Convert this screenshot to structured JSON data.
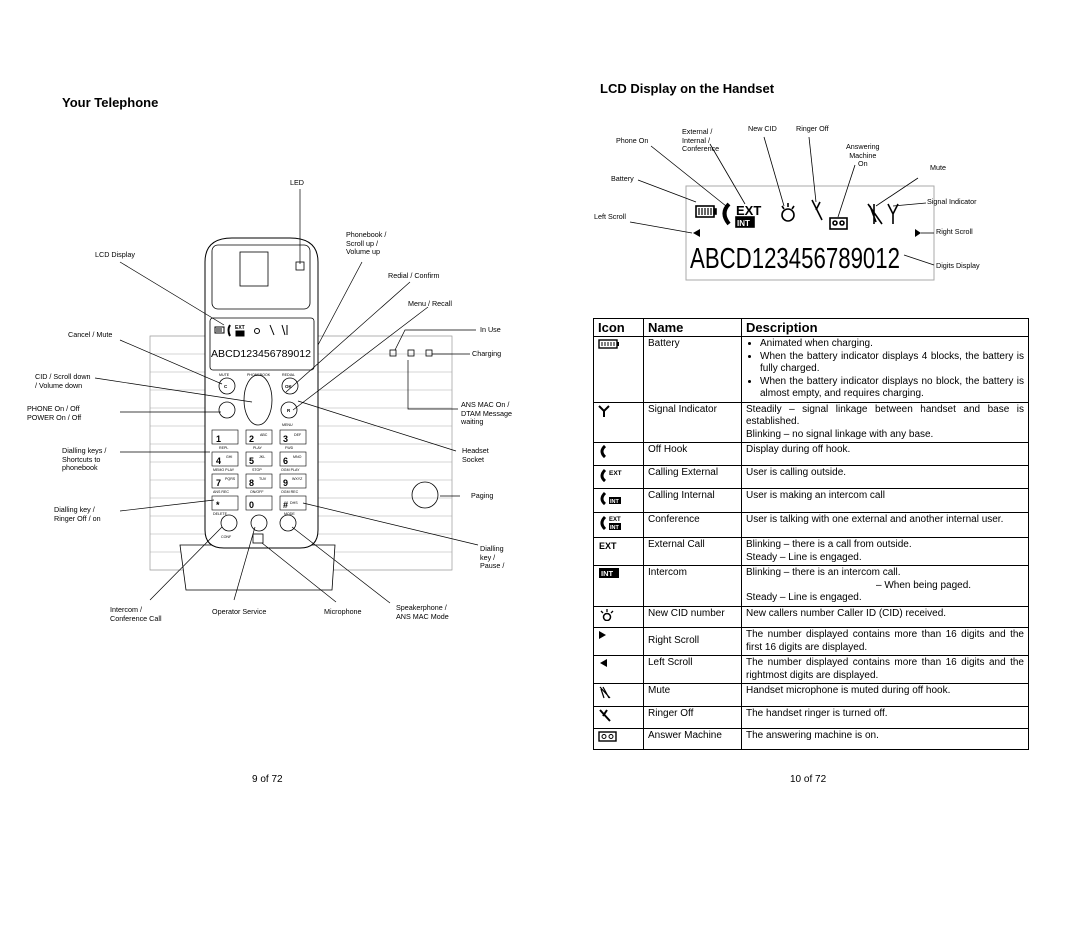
{
  "left_page": {
    "title": "Your Telephone",
    "labels": {
      "led": "LED",
      "lcd_display": "LCD Display",
      "phonebook": "Phonebook /\nScroll up /\nVolume up",
      "redial": "Redial / Confirm",
      "menu": "Menu / Recall",
      "in_use": "In Use",
      "charging": "Charging",
      "cancel_mute": "Cancel / Mute",
      "cid_scroll": "CID / Scroll down\n/ Volume down",
      "phone_power": "PHONE On / Off\nPOWER On / Off",
      "ans_mac": "ANS MAC On /\nDTAM Message\nwaiting",
      "dialling_keys": "Dialling keys /\nShortcuts to\nphonebook",
      "headset": "Headset\nSocket",
      "paging": "Paging",
      "dialling_key": "Dialling key /\nRinger Off / on",
      "dialling_pause": "Dialling\nkey /\nPause /",
      "intercom": "Intercom /\nConference Call",
      "operator": "Operator Service",
      "microphone": "Microphone",
      "speakerphone": "Speakerphone /\nANS MAC Mode"
    },
    "screen": {
      "ext": "EXT",
      "int": "INT",
      "digits": "ABCD123456789012"
    },
    "keypad": {
      "top_labels": [
        "MUTE",
        "PHONEBOOK",
        "REDIAL"
      ],
      "mid_labels": [
        "OK",
        "R",
        "MENU"
      ],
      "keys": [
        "1",
        "2",
        "3",
        "4",
        "5",
        "6",
        "7",
        "8",
        "9",
        "*",
        "0",
        "#"
      ],
      "key_sub": [
        "",
        "ABC",
        "DEF",
        "GHI",
        "JKL",
        "MNO",
        "PQRS",
        "TUV",
        "WXYZ",
        "",
        "",
        "DHS"
      ],
      "row_labels": [
        "REPL",
        "PLAY",
        "FWD",
        "MEMO PLAY",
        "STOP",
        "OGM PLAY",
        "ANS REC",
        "ON/OFF",
        "OGM REC",
        "DELETE",
        "",
        "MODE"
      ],
      "bottom_labels": [
        "CONF",
        "",
        ""
      ]
    },
    "page_number": "9 of 72"
  },
  "right_page": {
    "title": "LCD Display on the Handset",
    "labels": {
      "external": "External /\nInternal /\nConference",
      "new_cid": "New CID",
      "ringer_off": "Ringer Off",
      "phone_on": "Phone On",
      "answering": "Answering\nMachine\nOn",
      "mute": "Mute",
      "battery": "Battery",
      "signal": "Signal Indicator",
      "left_scroll": "Left Scroll",
      "right_scroll": "Right Scroll",
      "digits_display": "Digits Display"
    },
    "lcd": {
      "ext": "EXT",
      "int": "INT",
      "digits": "ABCD123456789012"
    },
    "table": {
      "headers": [
        "Icon",
        "Name",
        "Description"
      ],
      "rows": [
        {
          "icon": "battery-icon",
          "name": "Battery",
          "bullets": [
            "Animated when charging.",
            "When the battery indicator displays 4 blocks, the battery is fully charged.",
            "When the battery indicator displays no block, the battery is almost empty, and requires charging."
          ]
        },
        {
          "icon": "signal-icon",
          "name": "Signal Indicator",
          "lines": [
            "Steadily – signal linkage between handset and base is established.",
            "Blinking – no signal linkage with any base."
          ]
        },
        {
          "icon": "off-hook-icon",
          "name": "Off Hook",
          "lines": [
            "Display during off hook."
          ]
        },
        {
          "icon": "calling-external-icon",
          "name": "Calling External",
          "lines": [
            "User is calling outside."
          ]
        },
        {
          "icon": "calling-internal-icon",
          "name": "Calling Internal",
          "lines": [
            "User is making an intercom call"
          ]
        },
        {
          "icon": "conference-icon",
          "name": "Conference",
          "lines": [
            "User is talking with one external and another internal user."
          ]
        },
        {
          "icon": "external-call-icon",
          "name": "External Call",
          "lines": [
            "Blinking – there is a call from outside.",
            "Steady – Line is engaged."
          ]
        },
        {
          "icon": "intercom-icon",
          "name": "Intercom",
          "lines": [
            "Blinking – there is an intercom call.",
            "– When being paged.",
            "Steady – Line is engaged."
          ]
        },
        {
          "icon": "new-cid-icon",
          "name": "New CID number",
          "lines": [
            "New callers number Caller ID (CID) received."
          ]
        },
        {
          "icon": "right-scroll-icon",
          "name": "Right Scroll",
          "lines": [
            "The number displayed contains more than 16 digits and the first 16 digits are displayed."
          ]
        },
        {
          "icon": "left-scroll-icon",
          "name": "Left Scroll",
          "lines": [
            "The number displayed contains more than 16 digits and the rightmost digits are displayed."
          ]
        },
        {
          "icon": "mute-icon",
          "name": "Mute",
          "lines": [
            "Handset microphone is muted during off hook."
          ]
        },
        {
          "icon": "ringer-off-icon",
          "name": "Ringer Off",
          "lines": [
            "The handset ringer is turned off."
          ]
        },
        {
          "icon": "answer-machine-icon",
          "name": "Answer Machine",
          "lines": [
            "The answering machine is on."
          ]
        }
      ]
    },
    "page_number": "10 of 72"
  }
}
